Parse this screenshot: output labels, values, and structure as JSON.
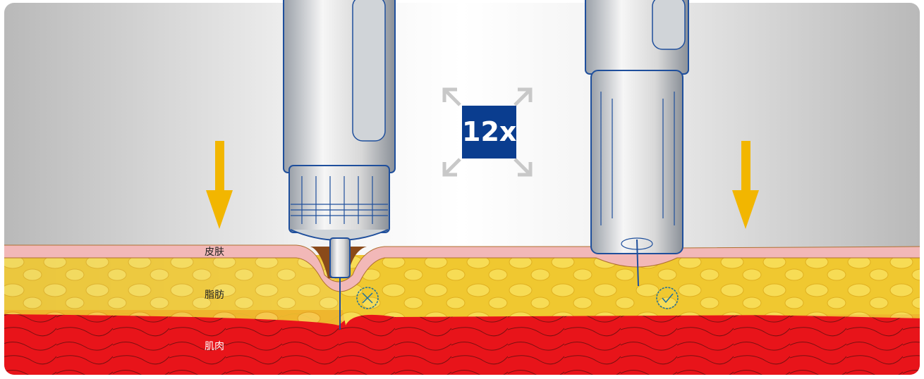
{
  "layers": {
    "skin": "皮肤",
    "fat": "脂肪",
    "muscle": "肌肉"
  },
  "magnification": "12x",
  "markers": {
    "left": "x-circle-icon",
    "right": "check-circle-icon"
  },
  "colors": {
    "badge": "#0a3d8f",
    "arrow": "#f2b600",
    "skin": "#f2b8b8",
    "fat": "#f0c830",
    "muscle": "#e8141a",
    "outline": "#1f4f9c"
  }
}
